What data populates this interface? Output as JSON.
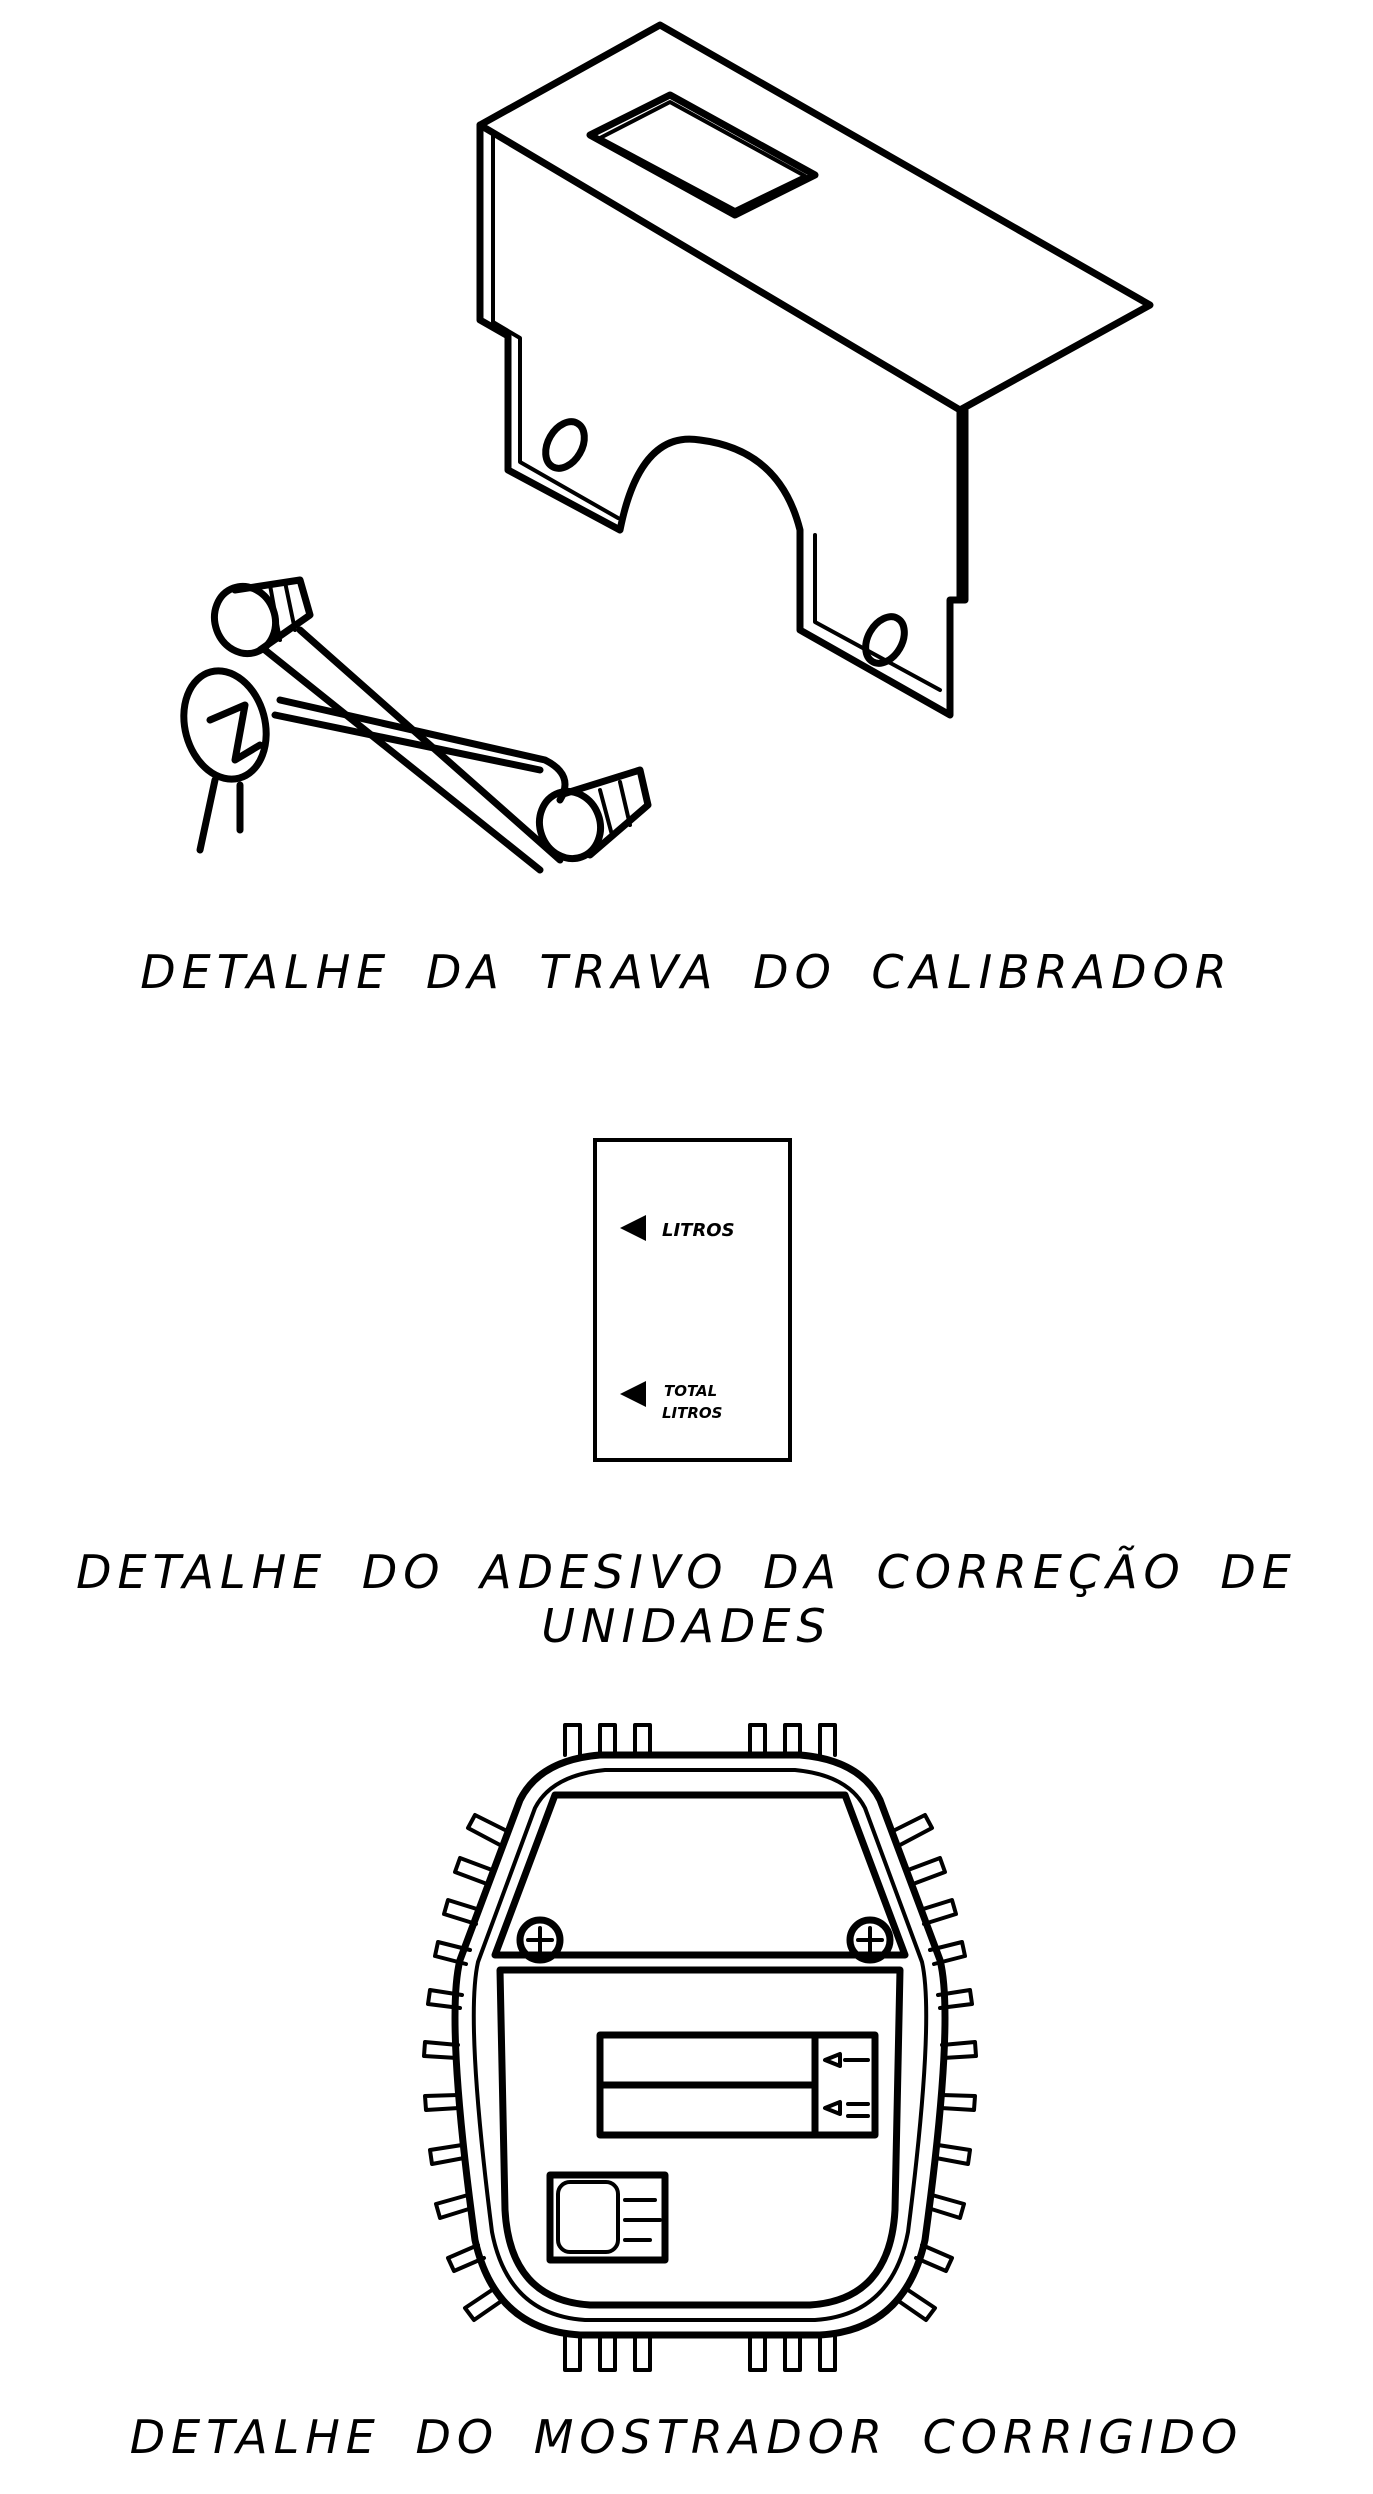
{
  "captions": {
    "trava": "DETALHE DA TRAVA DO CALIBRADOR",
    "adesivo": "DETALHE DO ADESIVO DA CORREÇÃO DE UNIDADES",
    "mostrador": "DETALHE DO MOSTRADOR CORRIGIDO"
  },
  "sticker": {
    "litros": "LITROS",
    "total_line1": "TOTAL",
    "total_line2": "LITROS"
  }
}
